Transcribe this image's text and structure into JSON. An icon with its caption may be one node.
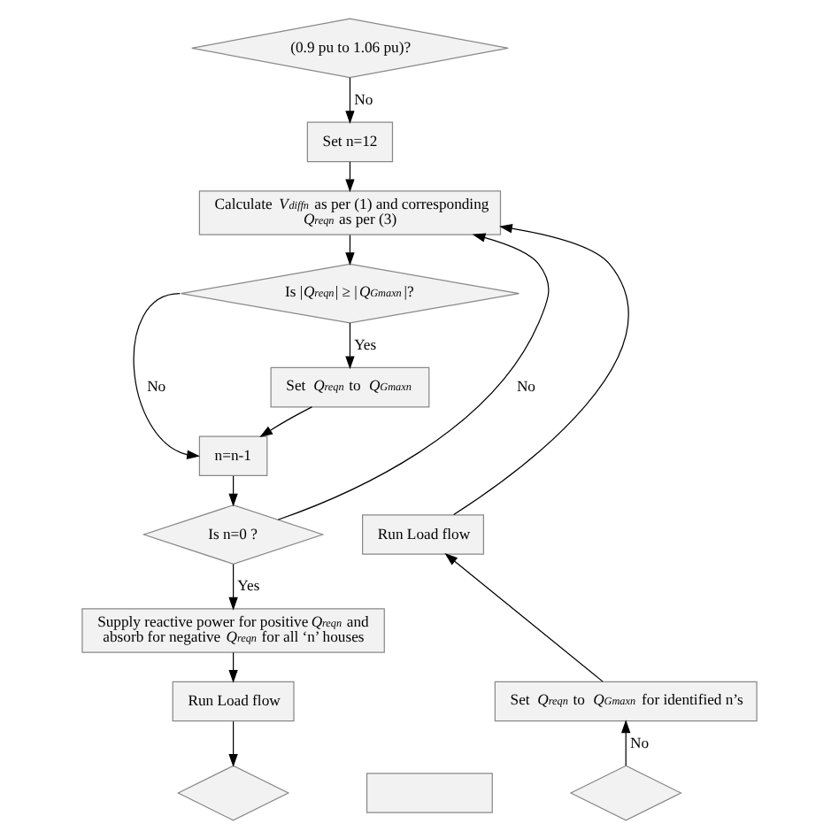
{
  "diagram": {
    "nodes": [
      {
        "text": [
          "(0.9 pu to 1.06 pu)?"
        ]
      },
      {
        "text": [
          "Set n=12"
        ]
      },
      {
        "text": [
          "Calculate *V*$_{diffn}$ as per (1) and corresponding *Q*$_{reqn}$ as per (3)"
        ]
      },
      {
        "text": [
          "Is |*Q*$_{reqn}$| ≥ |*Q*$_{Gmaxn}$|?"
        ]
      },
      {
        "text": [
          "Set *Q*$_{reqn}$ to *Q*$_{Gmaxn}$"
        ]
      },
      {
        "text": [
          "n=n-1"
        ]
      },
      {
        "text": [
          "Is n=0 ?"
        ]
      },
      {
        "text": [
          "Run Load flow"
        ]
      },
      {
        "text": [
          "Supply reactive power for positive *Q*$_{reqn}$ and absorb for negative *Q*$_{reqn}$ for all ‘n’ houses"
        ]
      },
      {
        "text": [
          "Set *Q*$_{reqn}$ to *Q*$_{Gmaxn}$ for identified n’s"
        ]
      },
      {
        "text": [
          "Run Load flow"
        ]
      },
      {
        "text": [],
        "shape": "diamond"
      },
      {
        "text": [],
        "shape": "box"
      },
      {
        "text": [],
        "shape": "diamond"
      }
    ],
    "edges": [
      {
        "from": 0,
        "to": 1,
        "arrow": "to",
        "label": "No"
      },
      {
        "from": 1,
        "to": 2,
        "arrow": "to"
      },
      {
        "from": 2,
        "to": 3,
        "arrow": "to"
      },
      {
        "from": 3,
        "to": 4,
        "arrow": "to",
        "label": "Yes"
      },
      {
        "from": 3,
        "to": 5,
        "arrow": "to",
        "label": "No"
      },
      {
        "from": 4,
        "to": 5,
        "arrow": "to"
      },
      {
        "from": 5,
        "to": 6,
        "arrow": "to"
      },
      {
        "from": 6,
        "to": 2,
        "arrow": "to",
        "label": "No"
      },
      {
        "from": 6,
        "to": 8,
        "arrow": "to",
        "label": "Yes"
      },
      {
        "from": 8,
        "to": 10,
        "arrow": "to"
      },
      {
        "from": 10,
        "to": 11,
        "arrow": "to"
      },
      {
        "from": 13,
        "to": 9,
        "arrow": "to",
        "label": "No"
      },
      {
        "from": 9,
        "to": 7,
        "arrow": "to"
      },
      {
        "from": 7,
        "to": 2,
        "arrow": "to"
      }
    ]
  }
}
